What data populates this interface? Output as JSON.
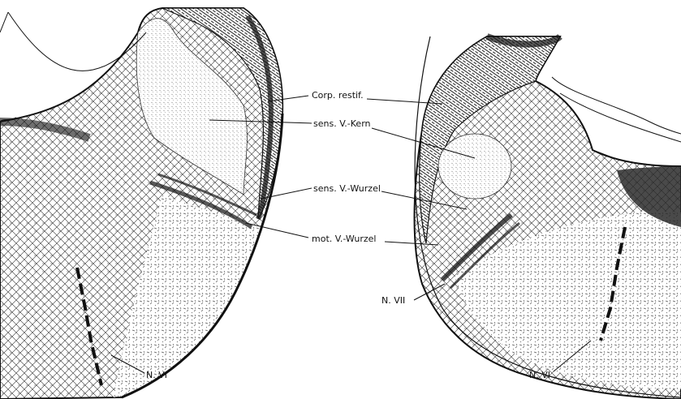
{
  "labels": {
    "corp_restif": "Corp. restif.",
    "sens_kern": "sens. V.-Kern",
    "sens_wurzel": "sens. V.-Wurzel",
    "mot_wurzel": "mot. V.-Wurzel",
    "n_vii": "N. VII",
    "n_vi_left": "N. VI",
    "n_vi_right": "N. VI"
  },
  "colors": {
    "ink": "#111111",
    "paper": "#ffffff",
    "shade": "#2a2a2a"
  }
}
